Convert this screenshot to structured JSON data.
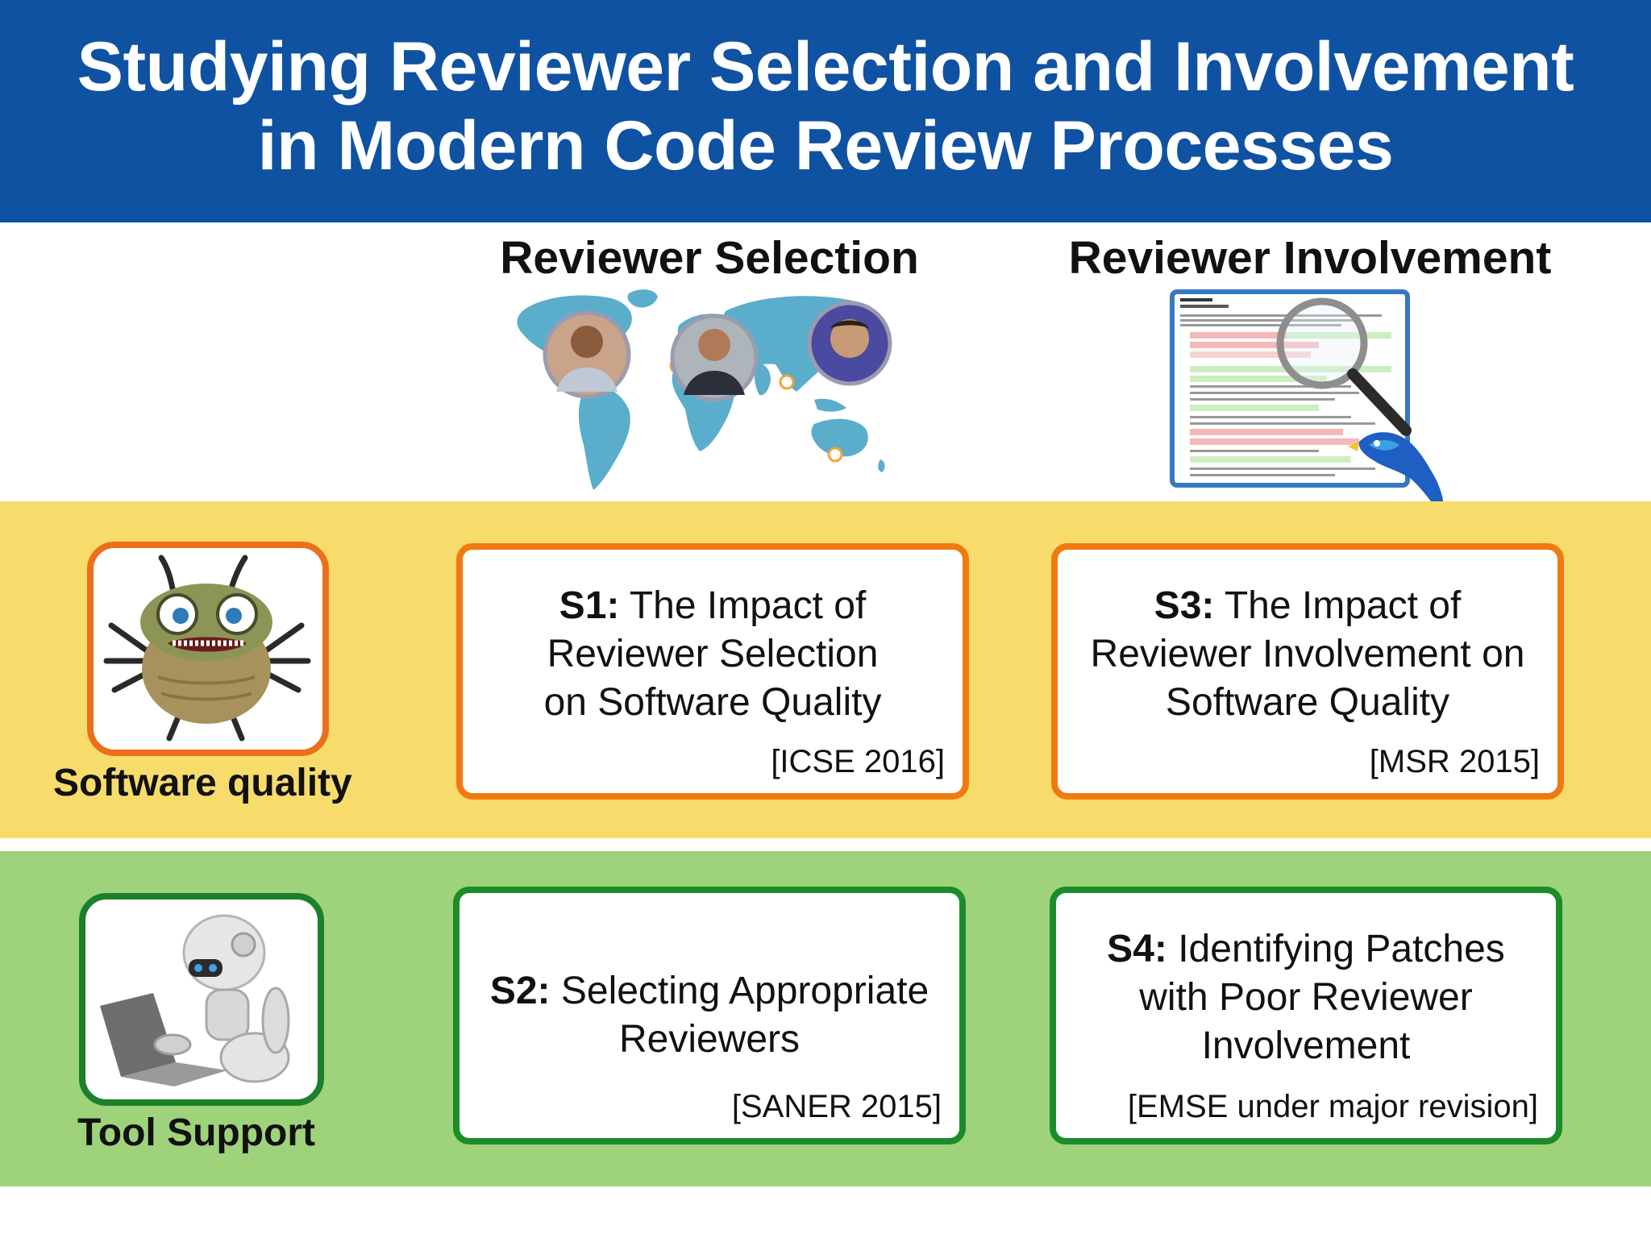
{
  "title": {
    "line1": "Studying Reviewer Selection and Involvement",
    "line2": "in Modern Code Review Processes"
  },
  "columns": {
    "selection": "Reviewer Selection",
    "involvement": "Reviewer Involvement"
  },
  "rows": {
    "quality": {
      "label": "Software quality",
      "icon": "bug-icon"
    },
    "tool": {
      "label": "Tool Support",
      "icon": "robot-laptop-icon"
    }
  },
  "studies": {
    "s1": {
      "id": "S1:",
      "lines": [
        "The Impact of",
        "Reviewer Selection",
        "on Software Quality"
      ],
      "venue": "[ICSE 2016]"
    },
    "s2": {
      "id": "S2:",
      "lines": [
        "Selecting Appropriate",
        "Reviewers"
      ],
      "venue": "[SANER 2015]"
    },
    "s3": {
      "id": "S3:",
      "lines": [
        "The Impact of",
        "Reviewer Involvement on",
        "Software Quality"
      ],
      "venue": "[MSR 2015]"
    },
    "s4": {
      "id": "S4:",
      "lines": [
        "Identifying Patches",
        "with Poor Reviewer",
        "Involvement"
      ],
      "venue": "[EMSE under major revision]"
    }
  },
  "illustrations": {
    "selection": "world-map-reviewers-icon",
    "involvement": "code-diff-magnifier-icon"
  },
  "colors": {
    "header": "#0f52a2",
    "quality_band": "#f7dc6c",
    "tool_band": "#9ed37b",
    "quality_border": "#f07a10",
    "tool_border": "#1c8c2a",
    "map": "#5aaecb"
  }
}
